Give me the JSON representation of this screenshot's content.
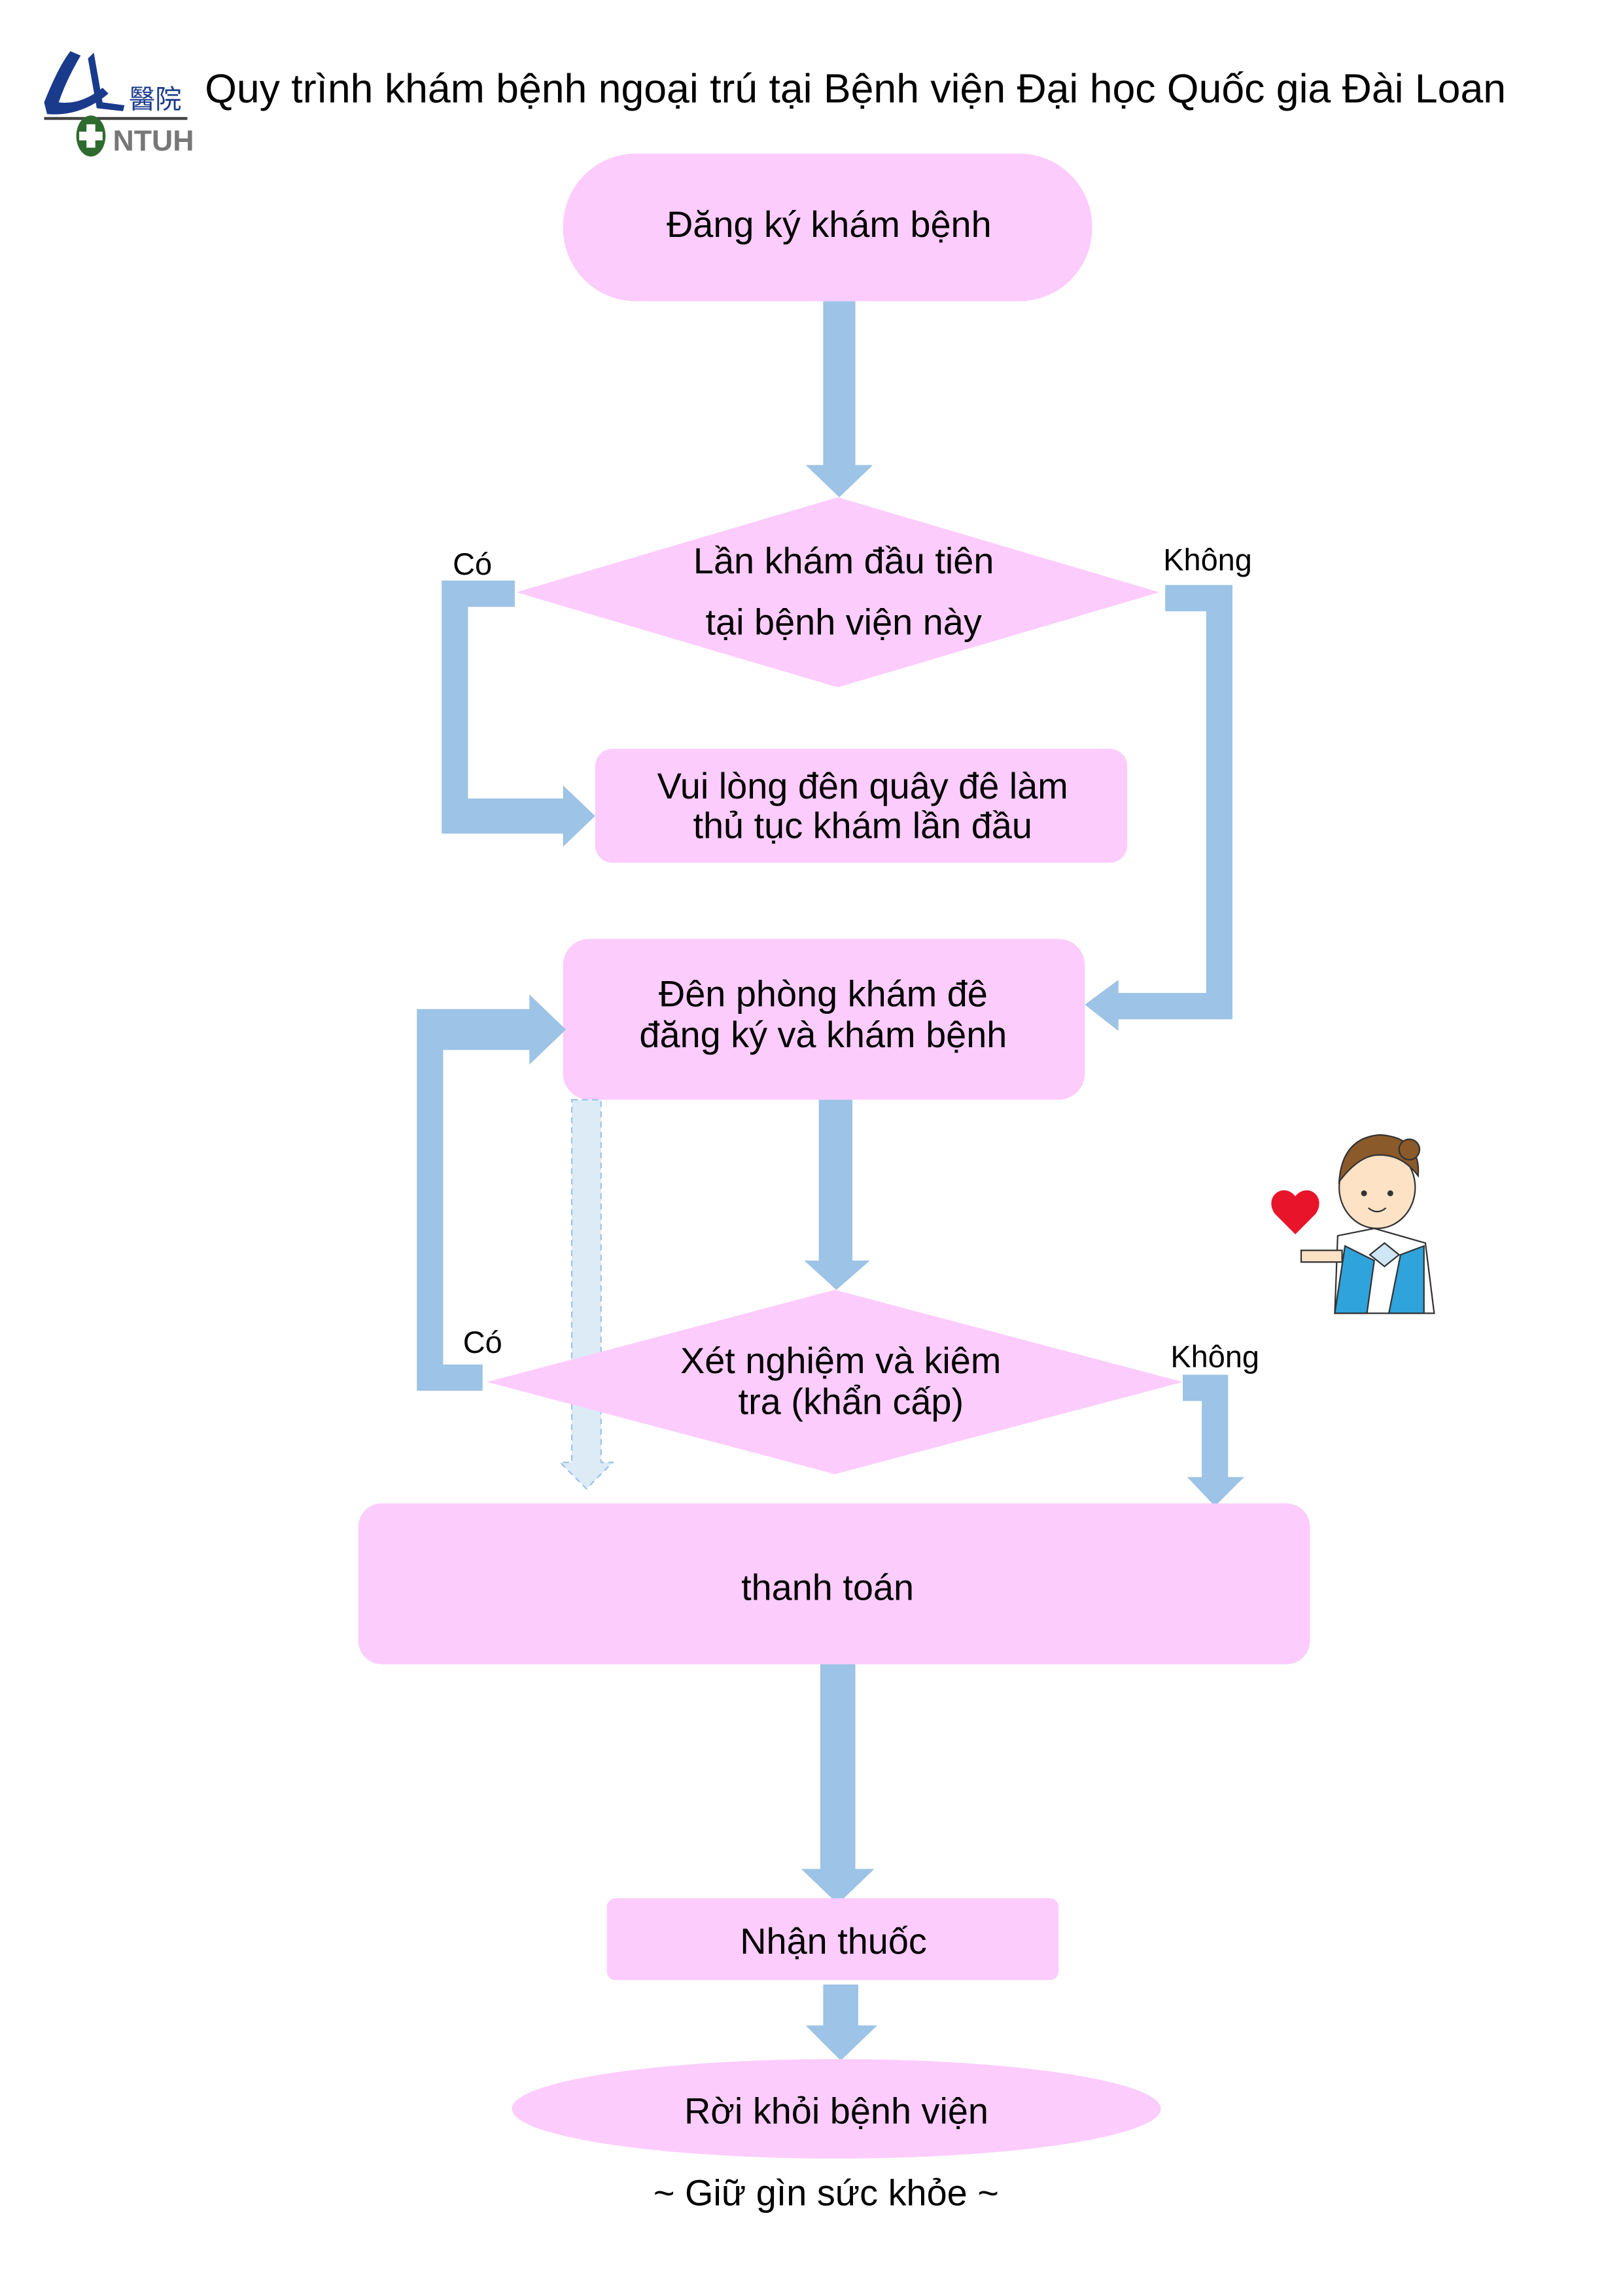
{
  "header": {
    "logo_text": "台大醫院 NTUH",
    "title": "Quy trình khám bệnh ngoại trú tại Bệnh viện Đại học Quốc gia Đài Loan"
  },
  "flow": {
    "register": "Đăng ký khám bệnh",
    "first_visit": [
      "Lần khám đầu tiên",
      "tại bệnh viện này"
    ],
    "first_visit_yes": "Có",
    "first_visit_no": "Không",
    "counter": [
      "Vui lòng đên quây đê làm",
      "thủ tục khám lần đầu"
    ],
    "clinic": [
      "Đên phòng khám đê",
      "đăng ký và khám bệnh"
    ],
    "tests": [
      "Xét nghiệm và kiêm",
      "tra (khẩn cấp)"
    ],
    "tests_yes": "Có",
    "tests_no": "Không",
    "payment": "thanh toán",
    "medicine": "Nhận thuốc",
    "leave": "Rời khỏi bệnh viện"
  },
  "footer": "~ Giữ gìn sức khỏe ~",
  "colors": {
    "node": "#FCCCFC",
    "arrow": "#9DC3E6"
  }
}
